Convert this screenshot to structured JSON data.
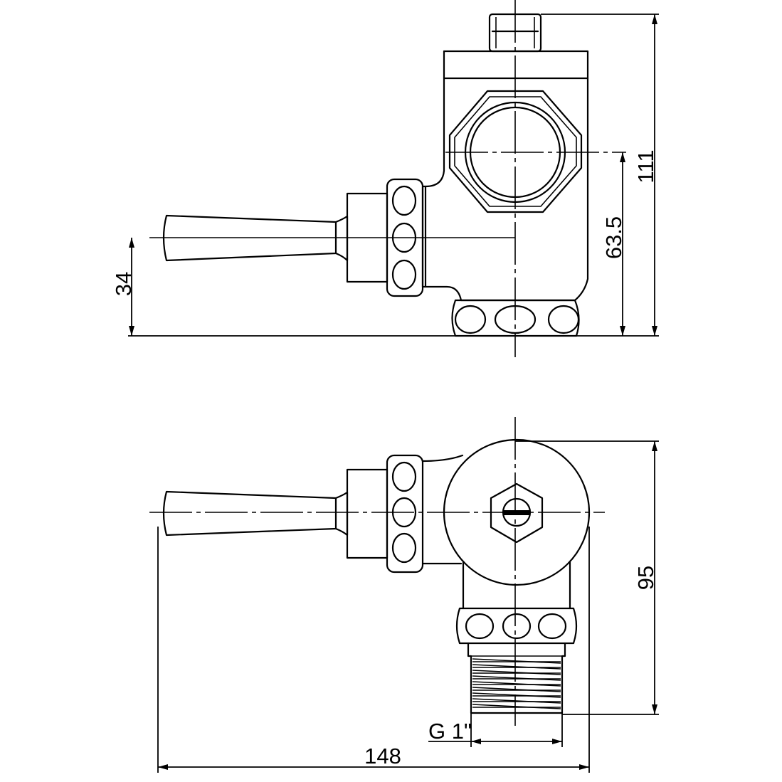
{
  "diagram": {
    "dimensions": {
      "lever_height": "34",
      "outlet_height": "63.5",
      "total_height": "111",
      "plan_depth": "95",
      "overall_length": "148",
      "thread": "G 1\""
    }
  }
}
